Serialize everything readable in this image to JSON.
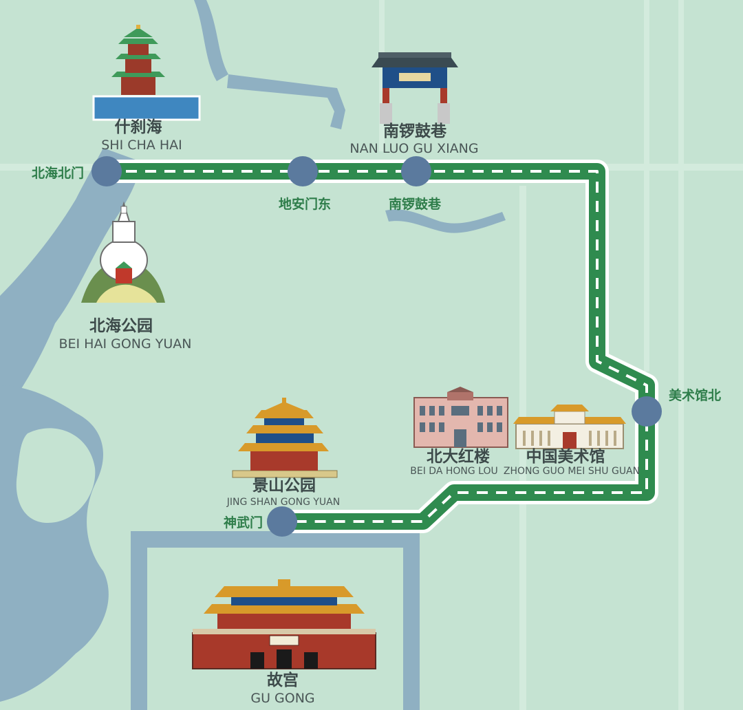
{
  "colors": {
    "background": "#c5e3d2",
    "water": "#8fb0c2",
    "route_outline": "#ffffff",
    "route": "#2f8b4f",
    "route_dash": "#ffffff",
    "stop": "#5b7a9e",
    "stop_label": "#2e7d4a",
    "landmark_text": "#3d4a4a"
  },
  "stops": [
    {
      "id": "beihai-beimen",
      "label": "北海北门"
    },
    {
      "id": "dianmen-dong",
      "label": "地安门东"
    },
    {
      "id": "nanluoguxiang-stop",
      "label": "南锣鼓巷"
    },
    {
      "id": "meishuguan-bei",
      "label": "美术馆北"
    },
    {
      "id": "shenwumen",
      "label": "神武门"
    }
  ],
  "landmarks": [
    {
      "id": "shichahai",
      "name_cn": "什刹海",
      "name_py": "SHI CHA HAI",
      "icon": "pavilion-tower-icon"
    },
    {
      "id": "nanluoguxiang",
      "name_cn": "南锣鼓巷",
      "name_py": "NAN LUO GU XIANG",
      "icon": "paifang-gate-icon"
    },
    {
      "id": "beihai-park",
      "name_cn": "北海公园",
      "name_py": "BEI HAI GONG YUAN",
      "icon": "white-dagoba-icon"
    },
    {
      "id": "jingshan-park",
      "name_cn": "景山公园",
      "name_py": "JING SHAN GONG YUAN",
      "icon": "jingshan-pavilion-icon"
    },
    {
      "id": "beida-honglou",
      "name_cn": "北大红楼",
      "name_py": "BEI DA HONG LOU",
      "icon": "red-building-icon"
    },
    {
      "id": "national-art-museum",
      "name_cn": "中国美术馆",
      "name_py": "ZHONG GUO MEI SHU GUAN",
      "icon": "art-museum-icon"
    },
    {
      "id": "gugong",
      "name_cn": "故宫",
      "name_py": "GU GONG",
      "icon": "forbidden-city-gate-icon"
    }
  ]
}
